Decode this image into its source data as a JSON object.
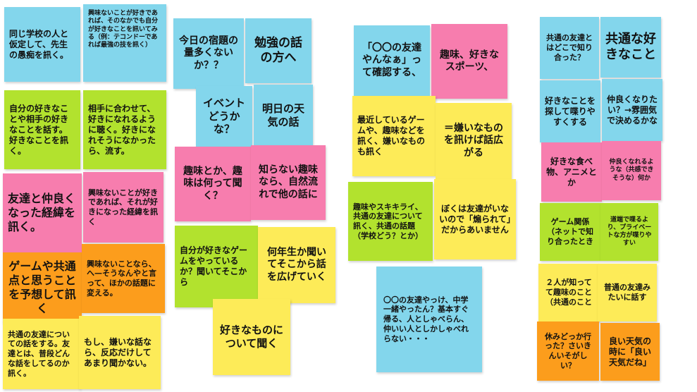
{
  "board": {
    "column1": {
      "n1": "同じ学校の人と仮定して、先生の愚痴を訊く。",
      "n2": "興味ないことが好きであれば、そのなかでも自分が好きなことを訊いてみる（例：テコンドーであれば最強の技を訊く）",
      "n3": "自分の好きなことや相手の好きなことを話す。好きなことを訊く。",
      "n4": "相手に合わせて、好きになれるように聴く。好きになれそうになかったら、流す。",
      "n5": "友達と仲良くなった経緯を訊く。",
      "n6": "興味ないことが好きであれば、それが好きになった経緯を訊く",
      "n7": "ゲームや共通点と思うことを予想して訊く",
      "n8": "興味ないことなら、へ—そうなんやと言って、ほかの話題に変える。",
      "n9": "共通の友達についての話をする。友達とは、普段どんな話をしてるのか訊く。",
      "n10": "もし、嫌いな話なら、反応だけしてあまり聞かない。"
    },
    "column2": {
      "n1": "今日の宿題の量多くないか？？",
      "n2": "勉強の話の方へ",
      "n3": "イベントどうかな？",
      "n4": "明日の天気の話",
      "n5": "趣味とか、趣味は何って聞く？",
      "n6": "知らない趣味なら、自然流れで他の話に",
      "n7": "自分が好きなゲームをやっているか？聞いてそこから",
      "n8": "何年生か聞いてそこから話を広げていく",
      "n9": "好きなものについて聞く"
    },
    "column3": {
      "n1": "「〇〇の友達やんなぁ」って確認する、",
      "n2": "趣味、好きなスポーツ、",
      "n3": "最近しているゲームや、趣味などを訊く、嫌いなものも訊く",
      "n4": "＝嫌いなものを訊けば話広がる",
      "n5": "趣味やスキキライ、共通の友達について訊く、共通の話題（学校どう？とか）",
      "n6": "ぼくは友達がいないので「煽られて」だからあいません",
      "n7": "〇〇の友達やっけ、中学一緒やったん？基本すぐ帰る、人としゃべらん、仲いい人としかしゃべれらない・・・"
    },
    "column4": {
      "n1": "共通の友達とはどこで知り合った？",
      "n2": "共通な好きなこと",
      "n3": "好きなことを探して喋りやすくする",
      "n4": "仲良くなりたい？→雰囲気で決めるかな",
      "n5": "好きな食べ物、アニメとか",
      "n6": "仲良くなれるような（共感できそうな）何か",
      "n7": "ゲーム関係（ネットで知り合ったとき",
      "n8": "道端で喋るより、プライベートな方が喋りやすい",
      "n9": "２人が知ってて趣味のこと（共通のこと",
      "n10": "普通の友達みたいに話す",
      "n11": "休みどっか行った？さいきんいそがしい？",
      "n12": "良い天気の時に「良い天気だね」"
    }
  },
  "colors": {
    "blue": "#83d6ec",
    "green": "#b2e22e",
    "pink": "#f77dae",
    "yellow": "#fdeb58",
    "orange": "#fc9d1c"
  }
}
